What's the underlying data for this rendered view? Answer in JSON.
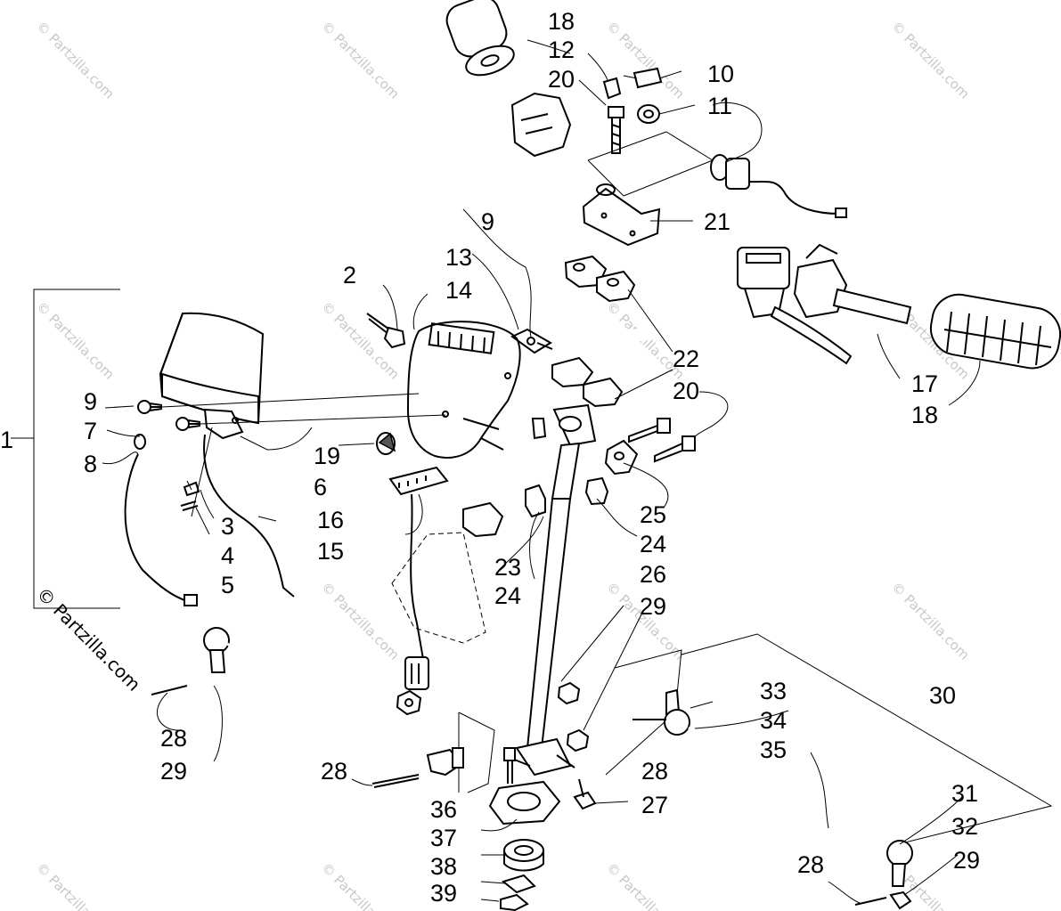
{
  "watermark": {
    "main": "© Partzilla.com",
    "repeat": "© Partzilla.com"
  },
  "callouts": {
    "c1": "1",
    "c2": "2",
    "c3": "3",
    "c4": "4",
    "c5": "5",
    "c6": "6",
    "c7": "7",
    "c8": "8",
    "c9a": "9",
    "c9b": "9",
    "c10": "10",
    "c11": "11",
    "c12": "12",
    "c13": "13",
    "c14": "14",
    "c15": "15",
    "c16": "16",
    "c17": "17",
    "c18a": "18",
    "c18b": "18",
    "c19": "19",
    "c20a": "20",
    "c20b": "20",
    "c21": "21",
    "c22": "22",
    "c23": "23",
    "c24a": "24",
    "c24b": "24",
    "c25": "25",
    "c26": "26",
    "c27": "27",
    "c28a": "28",
    "c28b": "28",
    "c28c": "28",
    "c28d": "28",
    "c29a": "29",
    "c29b": "29",
    "c29c": "29",
    "c30": "30",
    "c31": "31",
    "c32": "32",
    "c33": "33",
    "c34": "34",
    "c35": "35",
    "c36": "36",
    "c37": "37",
    "c38": "38",
    "c39": "39"
  }
}
